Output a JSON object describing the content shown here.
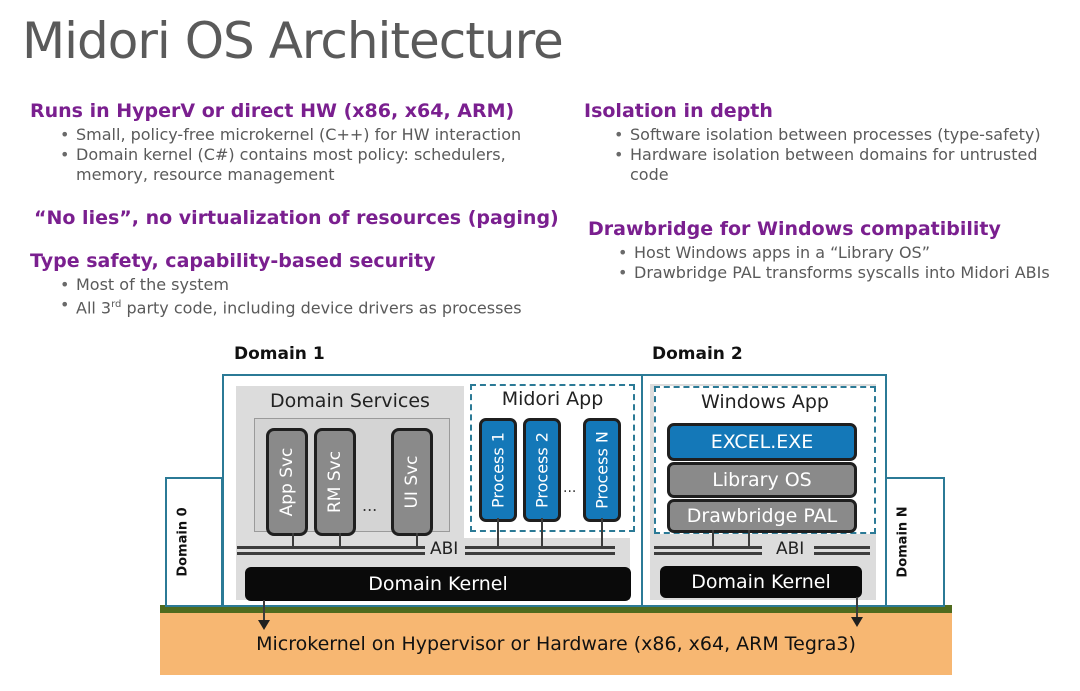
{
  "title": "Midori OS Architecture",
  "left": {
    "s1": {
      "heading": "Runs in HyperV or direct HW (x86, x64, ARM)",
      "bullets": [
        "Small, policy-free microkernel (C++) for HW interaction",
        "Domain kernel (C#) contains most policy: schedulers, memory, resource management"
      ]
    },
    "s2": {
      "heading": "“No lies”, no virtualization of resources (paging)"
    },
    "s3": {
      "heading": "Type safety,  capability-based security",
      "bullets": [
        "Most of the system",
        "All 3rd party code, including device drivers as processes"
      ],
      "bullet2_pre": "All 3",
      "bullet2_sup": "rd",
      "bullet2_post": " party code, including device drivers as processes"
    }
  },
  "right": {
    "s1": {
      "heading": "Isolation in depth",
      "bullets": [
        "Software isolation between processes (type-safety)",
        "Hardware isolation between domains for untrusted code"
      ]
    },
    "s2": {
      "heading": "Drawbridge for Windows compatibility",
      "bullets": [
        "Host Windows apps in a “Library OS”",
        "Drawbridge PAL transforms syscalls into Midori ABIs"
      ]
    }
  },
  "diagram": {
    "domain1": "Domain 1",
    "domain2": "Domain 2",
    "domain0": "Domain 0",
    "domainN": "Domain N",
    "domain_services": "Domain Services",
    "svc": [
      "App Svc",
      "RM Svc",
      "UI Svc"
    ],
    "ellipsis": "...",
    "midori_app": "Midori App",
    "processes": [
      "Process 1",
      "Process 2",
      "Process N"
    ],
    "windows_app": "Windows App",
    "excel": "EXCEL.EXE",
    "library_os": "Library OS",
    "drawbridge_pal": "Drawbridge PAL",
    "abi": "ABI",
    "domain_kernel": "Domain Kernel",
    "microkernel": "Microkernel on Hypervisor or Hardware (x86, x64, ARM Tegra3)",
    "colors": {
      "heading": "#7a1f8f",
      "outline": "#2b7a96",
      "process": "#1478b8",
      "microkernel": "#f7b772",
      "hw_line": "#4f6b1e"
    }
  }
}
